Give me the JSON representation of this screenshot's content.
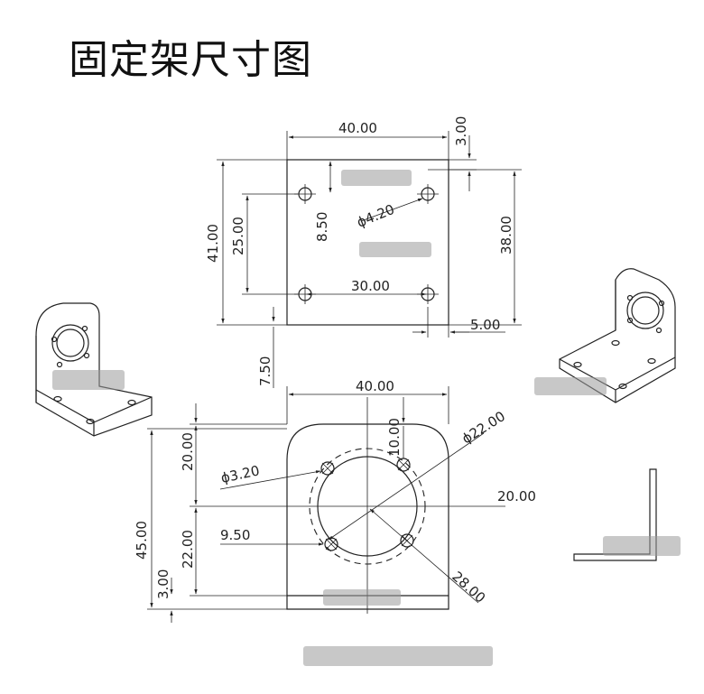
{
  "title": "固定架尺寸图",
  "top_view": {
    "width": "40.00",
    "offset_top": "3.00",
    "height": "41.00",
    "hole_spacing_v": "25.00",
    "hole_offset": "8.50",
    "hole_dia": "ϕ4.20",
    "hole_spacing_h": "30.00",
    "right_height": "38.00",
    "right_offset": "5.00",
    "bottom_offset": "7.50"
  },
  "front_view": {
    "width": "40.00",
    "top_half": "20.00",
    "top_small": "10.00",
    "big_dia": "ϕ22.00",
    "small_dia": "ϕ3.20",
    "right_dim": "20.00",
    "total_height": "45.00",
    "lower": "22.00",
    "side_offset": "9.50",
    "base": "3.00",
    "diag": "28.00"
  }
}
